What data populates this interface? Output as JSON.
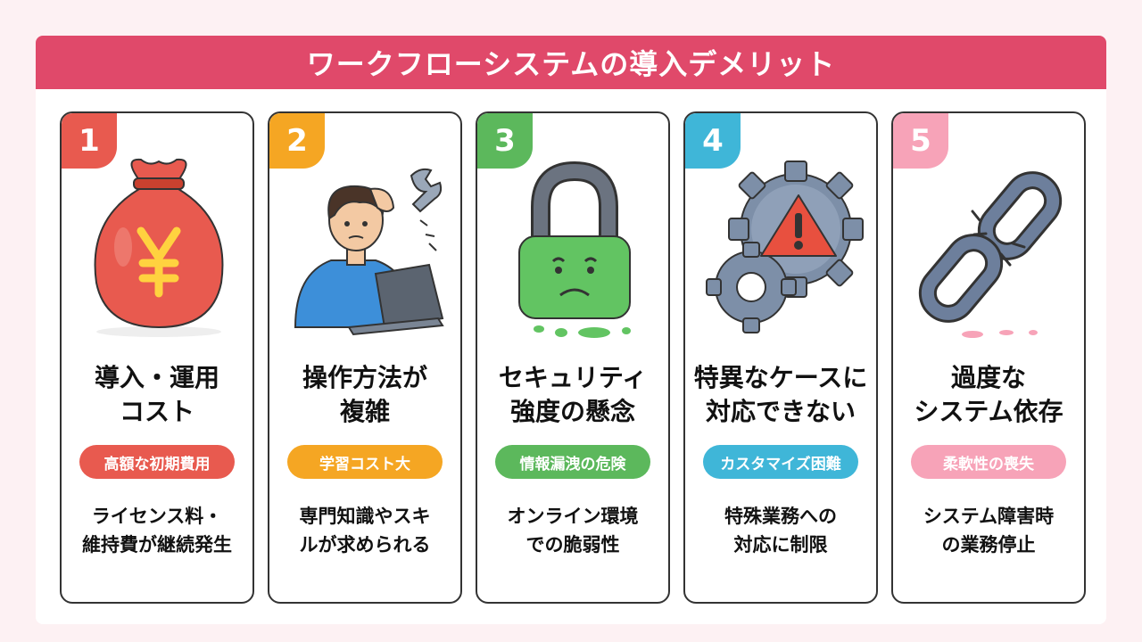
{
  "title": "ワークフローシステムの導入デメリット",
  "cards": [
    {
      "number": "1",
      "title": "導入・運用\nコスト",
      "tag": "高額な初期費用",
      "desc": "ライセンス料・\n維持費が継続発生",
      "color": "#e85a4f",
      "icon": "money-bag-yen-icon"
    },
    {
      "number": "2",
      "title": "操作方法が\n複雑",
      "tag": "学習コスト大",
      "desc": "専門知識やスキ\nルが求められる",
      "color": "#f5a623",
      "icon": "confused-person-laptop-icon"
    },
    {
      "number": "3",
      "title": "セキュリティ\n強度の懸念",
      "tag": "情報漏洩の危険",
      "desc": "オンライン環境\nでの脆弱性",
      "color": "#5cb85c",
      "icon": "sad-padlock-icon"
    },
    {
      "number": "4",
      "title": "特異なケースに\n対応できない",
      "tag": "カスタマイズ困難",
      "desc": "特殊業務への\n対応に制限",
      "color": "#3fb6d8",
      "icon": "gear-warning-icon"
    },
    {
      "number": "5",
      "title": "過度な\nシステム依存",
      "tag": "柔軟性の喪失",
      "desc": "システム障害時\nの業務停止",
      "color": "#f7a3b8",
      "icon": "broken-chain-icon"
    }
  ]
}
